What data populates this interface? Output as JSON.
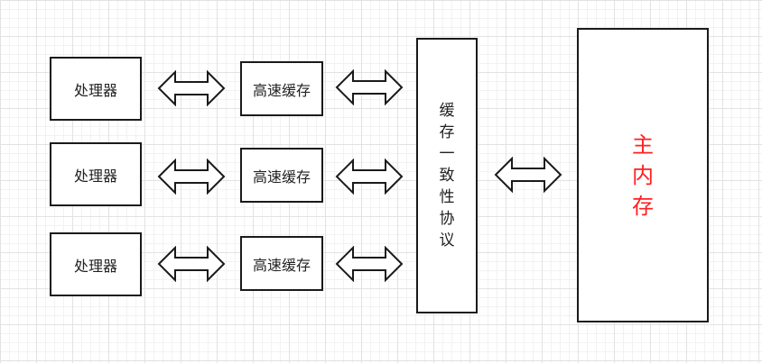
{
  "colors": {
    "box_border": "#1a1a1a",
    "text": "#222222",
    "memory_text": "#ff2020",
    "arrow_stroke": "#1a1a1a"
  },
  "processors": [
    {
      "label": "处理器"
    },
    {
      "label": "处理器"
    },
    {
      "label": "处理器"
    }
  ],
  "caches": [
    {
      "label": "高速缓存"
    },
    {
      "label": "高速缓存"
    },
    {
      "label": "高速缓存"
    }
  ],
  "coherence": {
    "chars": [
      "缓",
      "存",
      "一",
      "致",
      "性",
      "协",
      "议"
    ]
  },
  "memory": {
    "chars": [
      "主",
      "内",
      "存"
    ]
  },
  "arrows": {
    "icon": "double-arrow-icon",
    "direction": "bidirectional"
  }
}
